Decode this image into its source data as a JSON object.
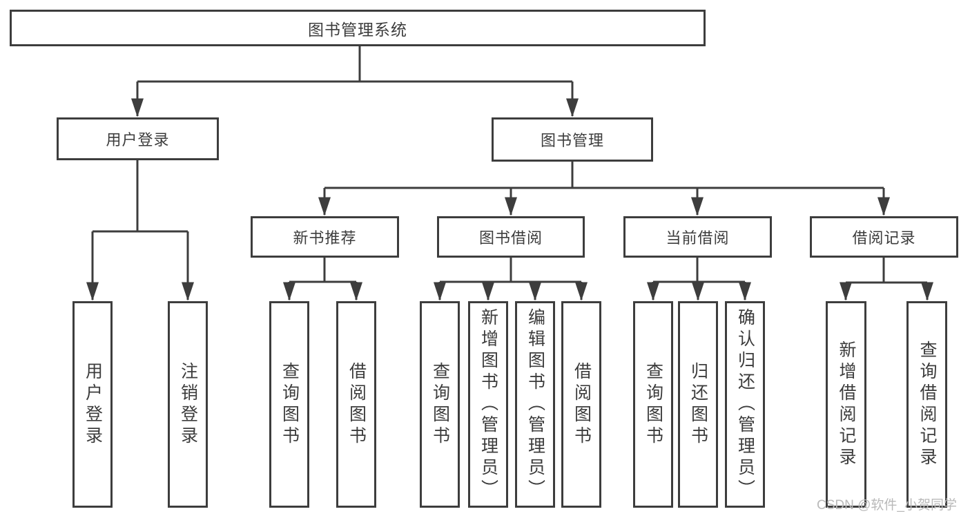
{
  "tree": {
    "label": "图书管理系统",
    "children": [
      {
        "label": "用户登录",
        "children": [
          {
            "label": "用户登录"
          },
          {
            "label": "注销登录"
          }
        ]
      },
      {
        "label": "图书管理",
        "children": [
          {
            "label": "新书推荐",
            "children": [
              {
                "label": "查询图书"
              },
              {
                "label": "借阅图书"
              }
            ]
          },
          {
            "label": "图书借阅",
            "children": [
              {
                "label": "查询图书"
              },
              {
                "label": "新增图书（管理员）"
              },
              {
                "label": "编辑图书（管理员）"
              },
              {
                "label": "借阅图书"
              }
            ]
          },
          {
            "label": "当前借阅",
            "children": [
              {
                "label": "查询图书"
              },
              {
                "label": "归还图书"
              },
              {
                "label": "确认归还（管理员）"
              }
            ]
          },
          {
            "label": "借阅记录",
            "children": [
              {
                "label": "新增借阅记录"
              },
              {
                "label": "查询借阅记录"
              }
            ]
          }
        ]
      }
    ]
  },
  "watermark": {
    "text": "CSDN @软件_小贺同学"
  },
  "colors": {
    "line": "#3d3d3d",
    "text": "#3c3c3c",
    "background": "#ffffff",
    "watermark": "#b9b9b9"
  }
}
